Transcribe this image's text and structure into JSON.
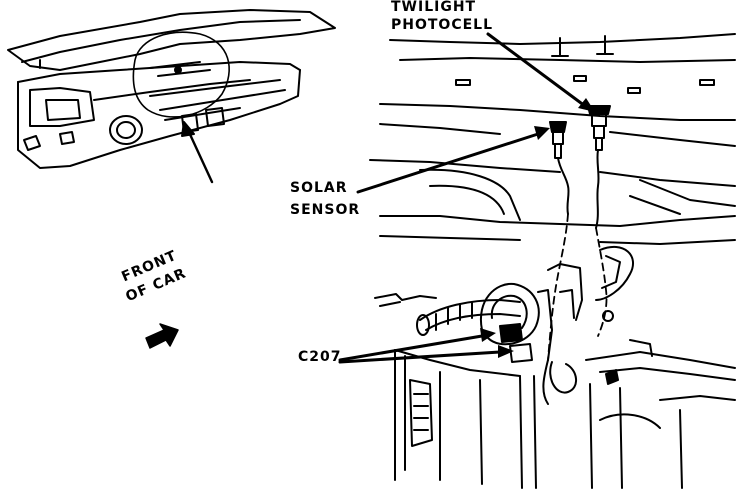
{
  "labels": {
    "twilight_line1": "TWILIGHT",
    "twilight_line2": "PHOTOCELL",
    "solar_line1": "SOLAR",
    "solar_line2": "SENSOR",
    "front_line1": "FRONT",
    "front_line2": "OF CAR",
    "connector": "C207"
  },
  "colors": {
    "ink": "#000000",
    "paper": "#ffffff"
  }
}
